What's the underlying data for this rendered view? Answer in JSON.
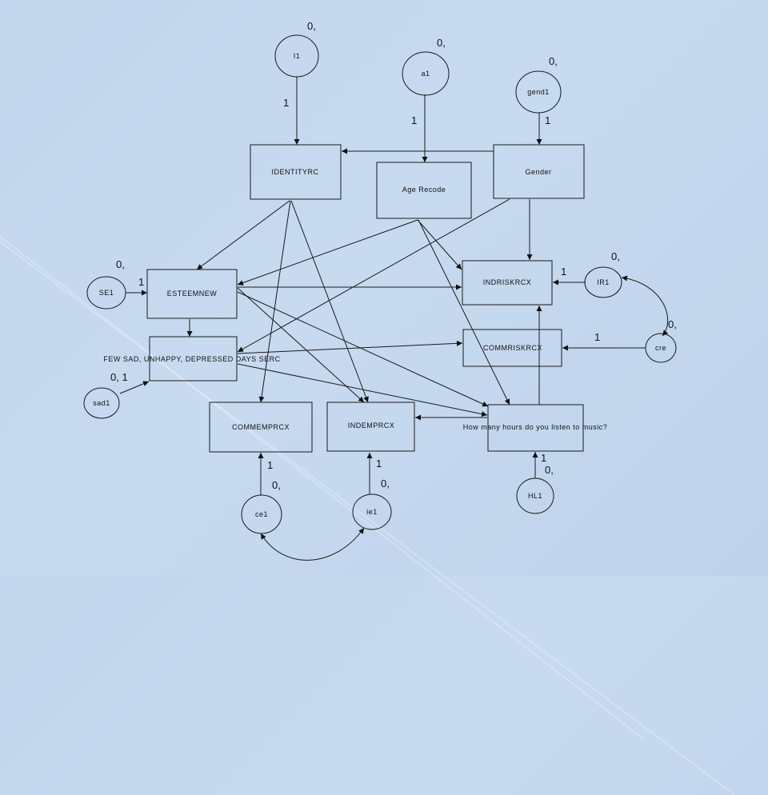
{
  "boxes": [
    {
      "id": "identityrc",
      "label": "IDENTITYRC"
    },
    {
      "id": "age",
      "label": "Age Recode"
    },
    {
      "id": "gender",
      "label": "Gender"
    },
    {
      "id": "esteem",
      "label": "ESTEEMNEW"
    },
    {
      "id": "fewsad",
      "label": "FEW SAD, UNHAPPY, DEPRESSED DAYS SERC"
    },
    {
      "id": "indrisk",
      "label": "INDRISKRCX"
    },
    {
      "id": "commrisk",
      "label": "COMMRISKRCX"
    },
    {
      "id": "commemp",
      "label": "COMMEMPRCX"
    },
    {
      "id": "indemp",
      "label": "INDEMPRCX"
    },
    {
      "id": "hours",
      "label": "How many hours do you listen to music?"
    }
  ],
  "circles": [
    {
      "id": "i1",
      "label": "I1",
      "var": "0,",
      "path": "1"
    },
    {
      "id": "a1",
      "label": "a1",
      "var": "0,",
      "path": "1"
    },
    {
      "id": "gend1",
      "label": "gend1",
      "var": "0,",
      "path": "1"
    },
    {
      "id": "se1",
      "label": "SE1",
      "var": "0,",
      "path": "1"
    },
    {
      "id": "sad1",
      "label": "sad1",
      "var": "0, 1",
      "path": ""
    },
    {
      "id": "ir1",
      "label": "IR1",
      "var": "0,",
      "path": "1"
    },
    {
      "id": "cre",
      "label": "cre",
      "var": "0,",
      "path": "1"
    },
    {
      "id": "ce1",
      "label": "ce1",
      "var": "0,",
      "path": "1"
    },
    {
      "id": "ie1",
      "label": "ie1",
      "var": "0,",
      "path": "1"
    },
    {
      "id": "hl1",
      "label": "HL1",
      "var": "0,",
      "path": "1"
    }
  ]
}
